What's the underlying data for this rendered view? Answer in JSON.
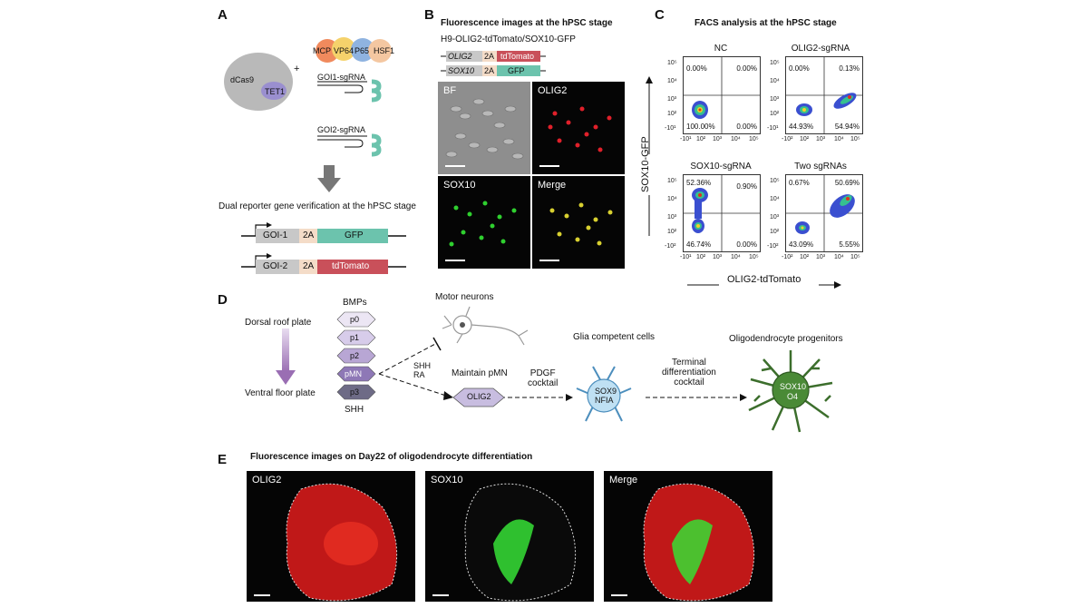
{
  "panelA": {
    "letter": "A",
    "dcas9": "dCas9",
    "tet1": "TET1",
    "plus": "+",
    "effectors": [
      "MCP",
      "VP64",
      "P65",
      "HSF1"
    ],
    "goi1_sgrna": "GOI1-sgRNA",
    "goi2_sgrna": "GOI2-sgRNA",
    "verification_title": "Dual reporter gene verification at the hPSC stage",
    "reporter1": {
      "gene": "GOI-1",
      "link": "2A",
      "reporter": "GFP"
    },
    "reporter2": {
      "gene": "GOI-2",
      "link": "2A",
      "reporter": "tdTomato"
    },
    "colors": {
      "dcas9": "#b9b9b9",
      "tet1": "#9a8fcf",
      "gfp": "#6cc3ad",
      "tdtomato": "#c9505a",
      "mcp": "#f08a5d",
      "vp64": "#f5d26b",
      "p65": "#8fb3e0",
      "hsf1": "#f4c7a1"
    }
  },
  "panelB": {
    "letter": "B",
    "title": "Fluorescence images at the hPSC stage",
    "line": "H9-OLIG2-tdTomato/SOX10-GFP",
    "construct1": {
      "gene": "OLIG2",
      "link": "2A",
      "reporter": "tdTomato"
    },
    "construct2": {
      "gene": "SOX10",
      "link": "2A",
      "reporter": "GFP"
    },
    "images": [
      "BF",
      "OLIG2",
      "SOX10",
      "Merge"
    ]
  },
  "panelC": {
    "letter": "C",
    "title": "FACS analysis at the hPSC stage",
    "ylabel": "SOX10-GFP",
    "xlabel": "OLIG2-tdTomato",
    "y_ticks": [
      "10⁵",
      "10⁴",
      "10³",
      "10²",
      "-10¹"
    ],
    "x_ticks": [
      "-10¹",
      "10²",
      "10³",
      "10⁴",
      "10⁵"
    ],
    "x_ticks_alt": [
      "-10²",
      "10²",
      "10³",
      "10⁴",
      "10⁵"
    ],
    "y_ticks_alt": [
      "10⁵",
      "10⁴",
      "10³",
      "10²",
      "-10²"
    ],
    "plots": [
      {
        "name": "NC",
        "ul": "0.00%",
        "ur": "0.00%",
        "ll": "100.00%",
        "lr": "0.00%"
      },
      {
        "name": "OLIG2-sgRNA",
        "ul": "0.00%",
        "ur": "0.13%",
        "ll": "44.93%",
        "lr": "54.94%"
      },
      {
        "name": "SOX10-sgRNA",
        "ul": "52.36%",
        "ur": "0.90%",
        "ll": "46.74%",
        "lr": "0.00%"
      },
      {
        "name": "Two sgRNAs",
        "ul": "0.67%",
        "ur": "50.69%",
        "ll": "43.09%",
        "lr": "5.55%"
      }
    ]
  },
  "panelD": {
    "letter": "D",
    "dorsal": "Dorsal roof plate",
    "ventral": "Ventral floor plate",
    "bmps": "BMPs",
    "shh": "SHH",
    "domains": [
      "p0",
      "p1",
      "p2",
      "pMN",
      "p3"
    ],
    "signals": "SHH\nRA",
    "motor_neurons": "Motor neurons",
    "maintain": "Maintain pMN",
    "olig2": "OLIG2",
    "pdgf": "PDGF\ncocktail",
    "glia": "Glia competent cells",
    "sox9": "SOX9",
    "nfia": "NFIA",
    "terminal": "Terminal\ndifferentiation\ncocktail",
    "opc": "Oligodendrocyte progenitors",
    "sox10": "SOX10",
    "o4": "O4"
  },
  "panelE": {
    "letter": "E",
    "title": "Fluorescence images on Day22 of oligodendrocyte differentiation",
    "images": [
      "OLIG2",
      "SOX10",
      "Merge"
    ]
  }
}
